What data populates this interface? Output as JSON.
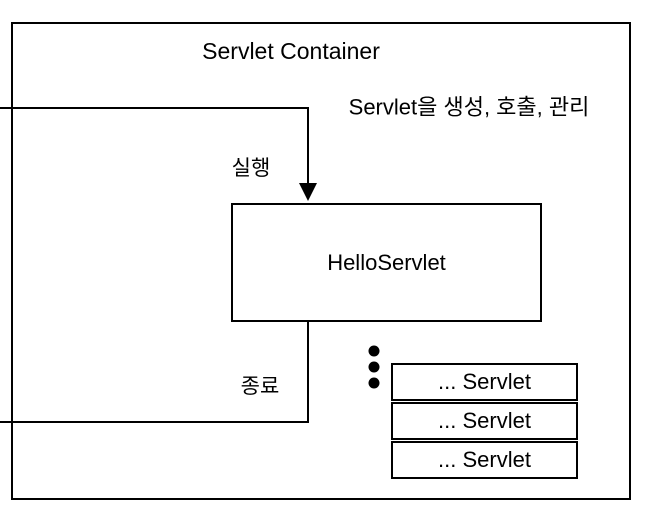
{
  "container": {
    "title": "Servlet Container",
    "description": "Servlet을 생성, 호출, 관리"
  },
  "arrows": {
    "execute_label": "실행",
    "terminate_label": "종료"
  },
  "main_servlet": {
    "label": "HelloServlet"
  },
  "servlet_list": [
    "... Servlet",
    "... Servlet",
    "... Servlet"
  ],
  "icons": {
    "ellipsis": "vertical-ellipsis"
  },
  "colors": {
    "line": "#000000",
    "background": "#ffffff",
    "text": "#000000"
  }
}
